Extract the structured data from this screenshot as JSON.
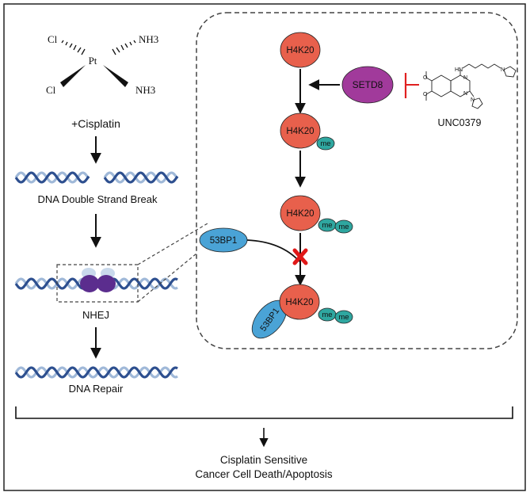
{
  "cisplatin": {
    "atoms": {
      "pt": "Pt",
      "cl_top": "Cl",
      "cl_bottom": "Cl",
      "nh3_top": "NH3",
      "nh3_bottom": "NH3"
    },
    "label": "+Cisplatin"
  },
  "pathway": {
    "dsb_label": "DNA Double Strand Break",
    "nhej_label": "NHEJ",
    "repair_label": "DNA Repair"
  },
  "inset": {
    "h4k20_1": "H4K20",
    "h4k20_2": "H4K20",
    "h4k20_3": "H4K20",
    "h4k20_4": "H4K20",
    "me_a": "me",
    "me_b1": "me",
    "me_b2": "me",
    "me_c1": "me",
    "me_c2": "me",
    "setd8": "SETD8",
    "bp53_free": "53BP1",
    "bp53_bound": "53BP1",
    "inhibitor_name": "UNC0379",
    "inhibitor_atoms": {
      "hn": "HN",
      "n1": "N",
      "n2": "N",
      "n3": "N",
      "n4": "N",
      "o1": "O",
      "o2": "O"
    }
  },
  "outcome": {
    "line1": "Cisplatin Sensitive",
    "line2": "Cancer Cell Death/Apoptosis"
  },
  "colors": {
    "h4k20": "#e8604c",
    "me": "#2fa7a0",
    "setd8": "#a13a9b",
    "bp53": "#4aa3d6",
    "dna_dark": "#2d4f8f",
    "dna_light": "#9fb8d8",
    "ku": "#5b2d8e",
    "ku_light": "#c9d9ec",
    "inhibit": "#e02020",
    "cross": "#e01818"
  }
}
